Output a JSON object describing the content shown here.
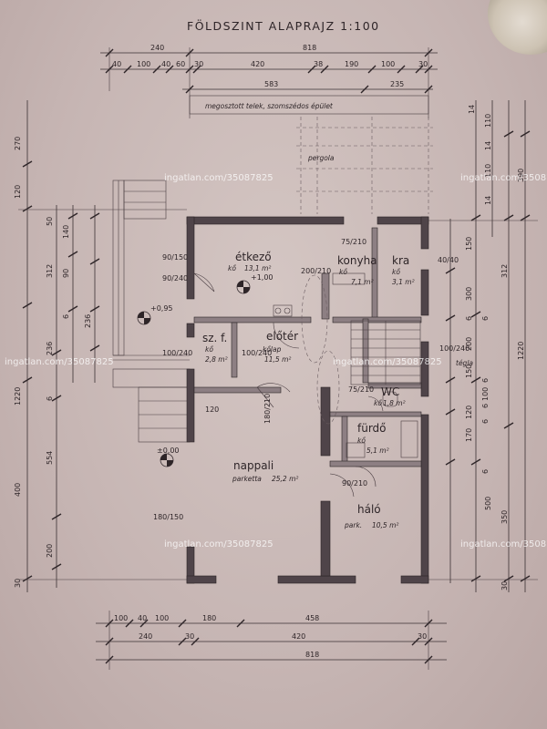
{
  "title": "FÖLDSZINT  ALAPRAJZ  1:100",
  "top_note": "megosztott telek, szomszédos épület",
  "pergola": "pergola",
  "watermark": "ingatlan.com/35087825",
  "rooms": {
    "etkezo": {
      "name": "étkező",
      "detail": "kő",
      "area": "13,1 m²"
    },
    "konyha": {
      "name": "konyha",
      "detail": "kő",
      "area": "7,1 m²"
    },
    "kamra": {
      "name": "kra",
      "detail": "kő",
      "area": "3,1 m²"
    },
    "szf": {
      "name": "sz. f.",
      "detail": "kő",
      "area": "2,8 m²"
    },
    "eloter": {
      "name": "előtér",
      "detail": "kőlap",
      "area": "11,5 m²"
    },
    "wc": {
      "name": "WC",
      "detail": "kő",
      "area": "1,8 m²"
    },
    "furdo": {
      "name": "fürdő",
      "detail": "kő",
      "area": "5,1 m²"
    },
    "nappali": {
      "name": "nappali",
      "detail": "parketta",
      "area": "25,2 m²"
    },
    "halo": {
      "name": "háló",
      "detail": "park.",
      "area": "10,5 m²"
    }
  },
  "levels": {
    "etkezo": "+1,00",
    "terrace": "+0,95",
    "entrance": "±0,00"
  },
  "stair_note": "tégla",
  "dims": {
    "top1": [
      "240",
      "818"
    ],
    "top2": [
      "40",
      "100",
      "40",
      "60",
      "30",
      "420",
      "38",
      "190",
      "100",
      "30"
    ],
    "top3": [
      "583",
      "235"
    ],
    "bottom1": [
      "100",
      "40",
      "100",
      "180",
      "458"
    ],
    "bottom2": [
      "240",
      "30",
      "420",
      "30"
    ],
    "bottom3": [
      "818"
    ],
    "left_outer": [
      "270",
      "120",
      "312",
      "236",
      "1220",
      "554",
      "400",
      "200",
      "30"
    ],
    "left_inner": [
      "50",
      "140",
      "90",
      "6",
      "236",
      "6"
    ],
    "right_outer": [
      "14",
      "110",
      "14",
      "110",
      "14",
      "390",
      "312",
      "1220",
      "500",
      "350",
      "30"
    ],
    "right_inner": [
      "150",
      "300",
      "6",
      "200",
      "6",
      "150",
      "6",
      "100",
      "6",
      "120",
      "6",
      "170",
      "6"
    ],
    "door_openings": [
      "90/150",
      "90/240",
      "100/240",
      "100/240",
      "120",
      "180/210",
      "200/210",
      "75/210",
      "40/40",
      "75/210",
      "180/150",
      "90/210",
      "100/240"
    ]
  }
}
